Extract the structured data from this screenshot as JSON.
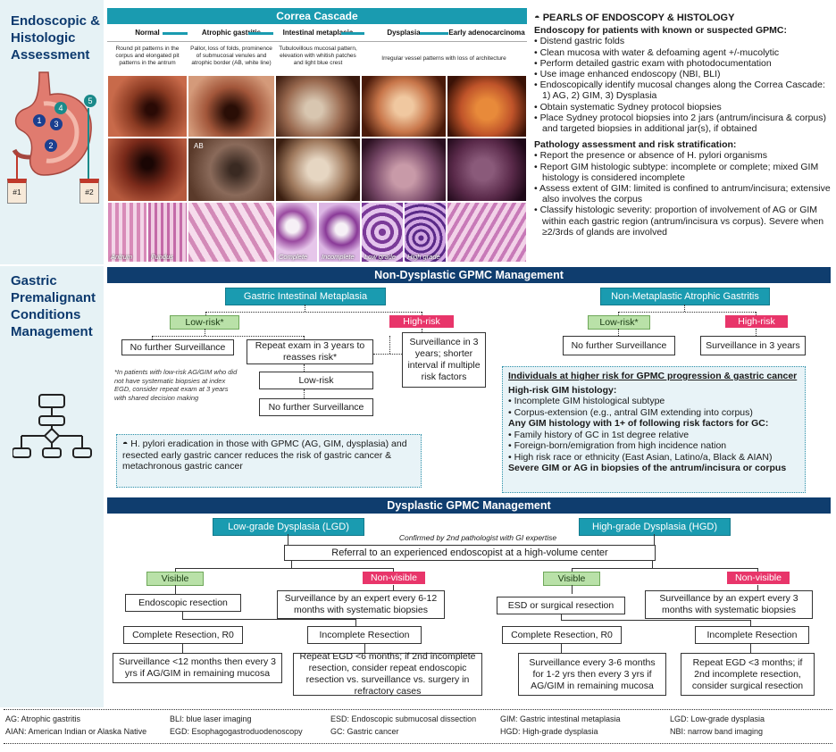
{
  "side": {
    "title1": "Endoscopic & Histologic Assessment",
    "title2": "Gastric Premalignant Conditions Management",
    "jar1": "#1",
    "jar2": "#2",
    "markers": [
      "1",
      "2",
      "3",
      "4",
      "5"
    ]
  },
  "cascade": {
    "title": "Correa Cascade",
    "stages": [
      {
        "label": "Normal",
        "desc": "Round pit patterns in the corpus and elongated pit patterns in the antrum"
      },
      {
        "label": "Atrophic gastritis",
        "desc": "Pallor, loss of folds, prominence of submucosal venules and atrophic border (AB, white line)"
      },
      {
        "label": "Intestinal metaplasia",
        "desc": "Tubulovillous mucosal pattern, elevation with whitish patches and light blue crest"
      },
      {
        "label": "Dysplasia",
        "desc": "Irregular vessel patterns with loss of architecture"
      },
      {
        "label": "Early adenocarcinoma",
        "desc": ""
      }
    ],
    "photo_label_ab": "AB",
    "histo_labels": [
      "Antrum",
      "Fundus",
      "",
      "Complete",
      "Incomplete",
      "Low grade",
      "High grade",
      ""
    ]
  },
  "pearls": {
    "title": "PEARLS OF ENDOSCOPY & HISTOLOGY",
    "endo_head": "Endoscopy for patients with known or suspected GPMC:",
    "endo_items": [
      "Distend gastric folds",
      "Clean mucosa with water & defoaming agent +/-mucolytic",
      "Perform detailed gastric exam with photodocumentation",
      "Use image enhanced endoscopy (NBI, BLI)",
      "Endoscopically identify mucosal changes along the Correa Cascade: 1) AG, 2) GIM, 3) Dysplasia",
      "Obtain systematic Sydney protocol biopsies",
      "Place Sydney protocol biopsies into 2 jars (antrum/incisura & corpus) and targeted biopsies in additional jar(s), if obtained"
    ],
    "path_head": "Pathology assessment and risk stratification:",
    "path_items": [
      "Report the presence or absence of H. pylori organisms",
      "Report GIM histologic subtype: incomplete or complete; mixed GIM histology is considered incomplete",
      "Assess extent of GIM: limited is confined to antrum/incisura; extensive also involves the corpus",
      "Classify histologic severity: proportion of involvement of AG or GIM within each gastric region (antrum/incisura vs corpus). Severe when ≥2/3rds of glands are involved"
    ]
  },
  "nondysplastic": {
    "title": "Non-Dysplastic GPMC Management",
    "gim": {
      "title": "Gastric Intestinal Metaplasia",
      "low": "Low-risk*",
      "high": "High-risk",
      "no_surv": "No further Surveillance",
      "repeat": "Repeat exam in 3 years to reasses risk*",
      "low_risk": "Low-risk",
      "no_surv2": "No further Surveillance",
      "surv3": "Surveillance in 3 years; shorter interval if multiple risk factors",
      "footnote": "*In patients with low-risk AG/GIM who did not have systematic biopsies at index EGD, consider repeat exam at 3 years with shared decision making"
    },
    "nmag": {
      "title": "Non-Metaplastic Atrophic Gastritis",
      "low": "Low-risk*",
      "high": "High-risk",
      "no_surv": "No further Surveillance",
      "surv3": "Surveillance in 3 years"
    },
    "hpylori": "H. pylori eradication in those with GPMC (AG, GIM, dysplasia) and resected early gastric cancer reduces the risk of gastric cancer & metachronous gastric cancer",
    "risk": {
      "title": "Individuals at higher risk for GPMC progression & gastric cancer",
      "h1": "High-risk GIM histology:",
      "h1_items": [
        "Incomplete GIM histological subtype",
        "Corpus-extension (e.g., antral GIM extending into corpus)"
      ],
      "h2": "Any GIM histology with 1+ of following risk factors for GC:",
      "h2_items": [
        "Family history of GC in 1st degree relative",
        "Foreign-born/emigration from high incidence nation",
        "High risk race or ethnicity (East Asian, Latino/a, Black & AIAN)"
      ],
      "h3": "Severe GIM or AG in biopsies of the antrum/incisura or corpus"
    }
  },
  "dysplastic": {
    "title": "Dysplastic GPMC Management",
    "lgd": "Low-grade Dysplasia (LGD)",
    "hgd": "High-grade Dysplasia (HGD)",
    "confirm": "Confirmed by 2nd pathologist with GI expertise",
    "referral": "Referral to an experienced endoscopist at a high-volume center",
    "visible": "Visible",
    "nonvisible": "Non-visible",
    "lgd_resect": "Endoscopic resection",
    "lgd_surv": "Surveillance by an expert every 6-12 months with systematic biopsies",
    "lgd_complete": "Complete Resection, R0",
    "lgd_incomplete": "Incomplete Resection",
    "lgd_complete_out": "Surveillance <12 months then every 3 yrs if AG/GIM in remaining mucosa",
    "lgd_incomplete_out": "Repeat EGD <6 months; if 2nd incomplete resection, consider repeat endoscopic resection vs. surveillance vs. surgery in refractory cases",
    "hgd_resect": "ESD or surgical resection",
    "hgd_surv": "Surveillance by an expert every 3 months with systematic biopsies",
    "hgd_complete": "Complete Resection, R0",
    "hgd_incomplete": "Incomplete Resection",
    "hgd_complete_out": "Surveillance every 3-6 months for 1-2 yrs then every 3 yrs if AG/GIM in remaining mucosa",
    "hgd_incomplete_out": "Repeat EGD <3 months; if 2nd incomplete resection, consider surgical resection"
  },
  "abbreviations": [
    [
      "AG: Atrophic gastritis",
      "BLI: blue laser imaging",
      "ESD: Endoscopic submucosal dissection",
      "GIM: Gastric intestinal metaplasia",
      "LGD: Low-grade dysplasia"
    ],
    [
      "AIAN: American Indian or Alaska Native",
      "EGD: Esophagogastroduodenoscopy",
      "GC: Gastric cancer",
      "HGD: High-grade dysplasia",
      "NBI: narrow band imaging"
    ]
  ],
  "colors": {
    "navy": "#0f3d6e",
    "teal": "#1a9bb0",
    "green": "#b9e1a8",
    "pink": "#e8356a",
    "panel": "#e8f3f7"
  }
}
